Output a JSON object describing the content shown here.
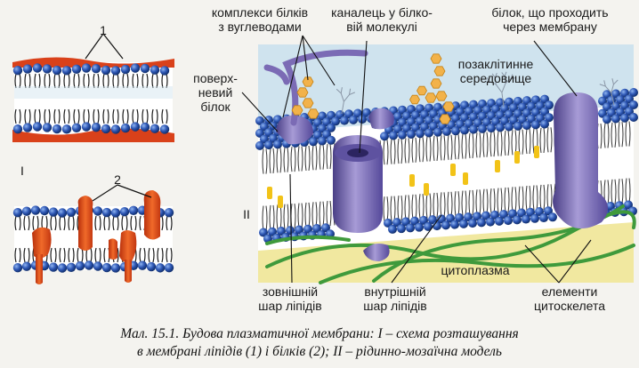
{
  "schema_1": {
    "roman": "I",
    "number_lipids": "1",
    "number_proteins": "2"
  },
  "schema_2": {
    "roman": "II",
    "labels": {
      "glycoproteins": [
        "комплекси білків",
        "з вуглеводами"
      ],
      "channel": [
        "каналець у білко-",
        "вій молекулі"
      ],
      "transmembrane": [
        "білок, що проходить",
        "через мембрану"
      ],
      "surface_protein": [
        "поверх-",
        "невий",
        "білок"
      ],
      "extracellular": [
        "позаклітинне",
        "середовище"
      ],
      "cytoplasm": "цитоплазма",
      "outer_layer": [
        "зовнішній",
        "шар ліпідів"
      ],
      "inner_layer": [
        "внутрішній",
        "шар ліпідів"
      ],
      "cytoskeleton": [
        "елементи",
        "цитоскелета"
      ]
    }
  },
  "caption": {
    "line1": "Мал. 15.1. Будова плазматичної мембрани: I – схема розташування",
    "line2": "в мембрані ліпідів (1) і білків (2); II – рідинно-мозаїчна модель"
  },
  "colors": {
    "lipid_head": "#2a4fa8",
    "protein_1": "#e04a1a",
    "protein_2": "#7c6fb0",
    "carbohydrate": "#f2b24a",
    "cytoskeleton": "#3f9a3c",
    "cytoplasm": "#f1e8a0",
    "extracellular": "#cfe3ee"
  }
}
